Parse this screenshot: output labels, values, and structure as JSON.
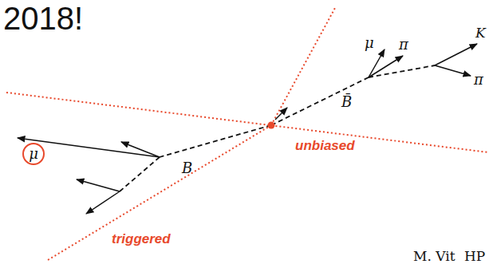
{
  "diagram": {
    "nodes": [
      {
        "text": [
          "μ"
        ]
      }
    ],
    "edges": [],
    "labels": [
      "2018!",
      "μ",
      "π",
      "K",
      "π",
      "B̄",
      "B",
      "unbiased",
      "triggered",
      "M. Vit",
      "HP"
    ]
  }
}
